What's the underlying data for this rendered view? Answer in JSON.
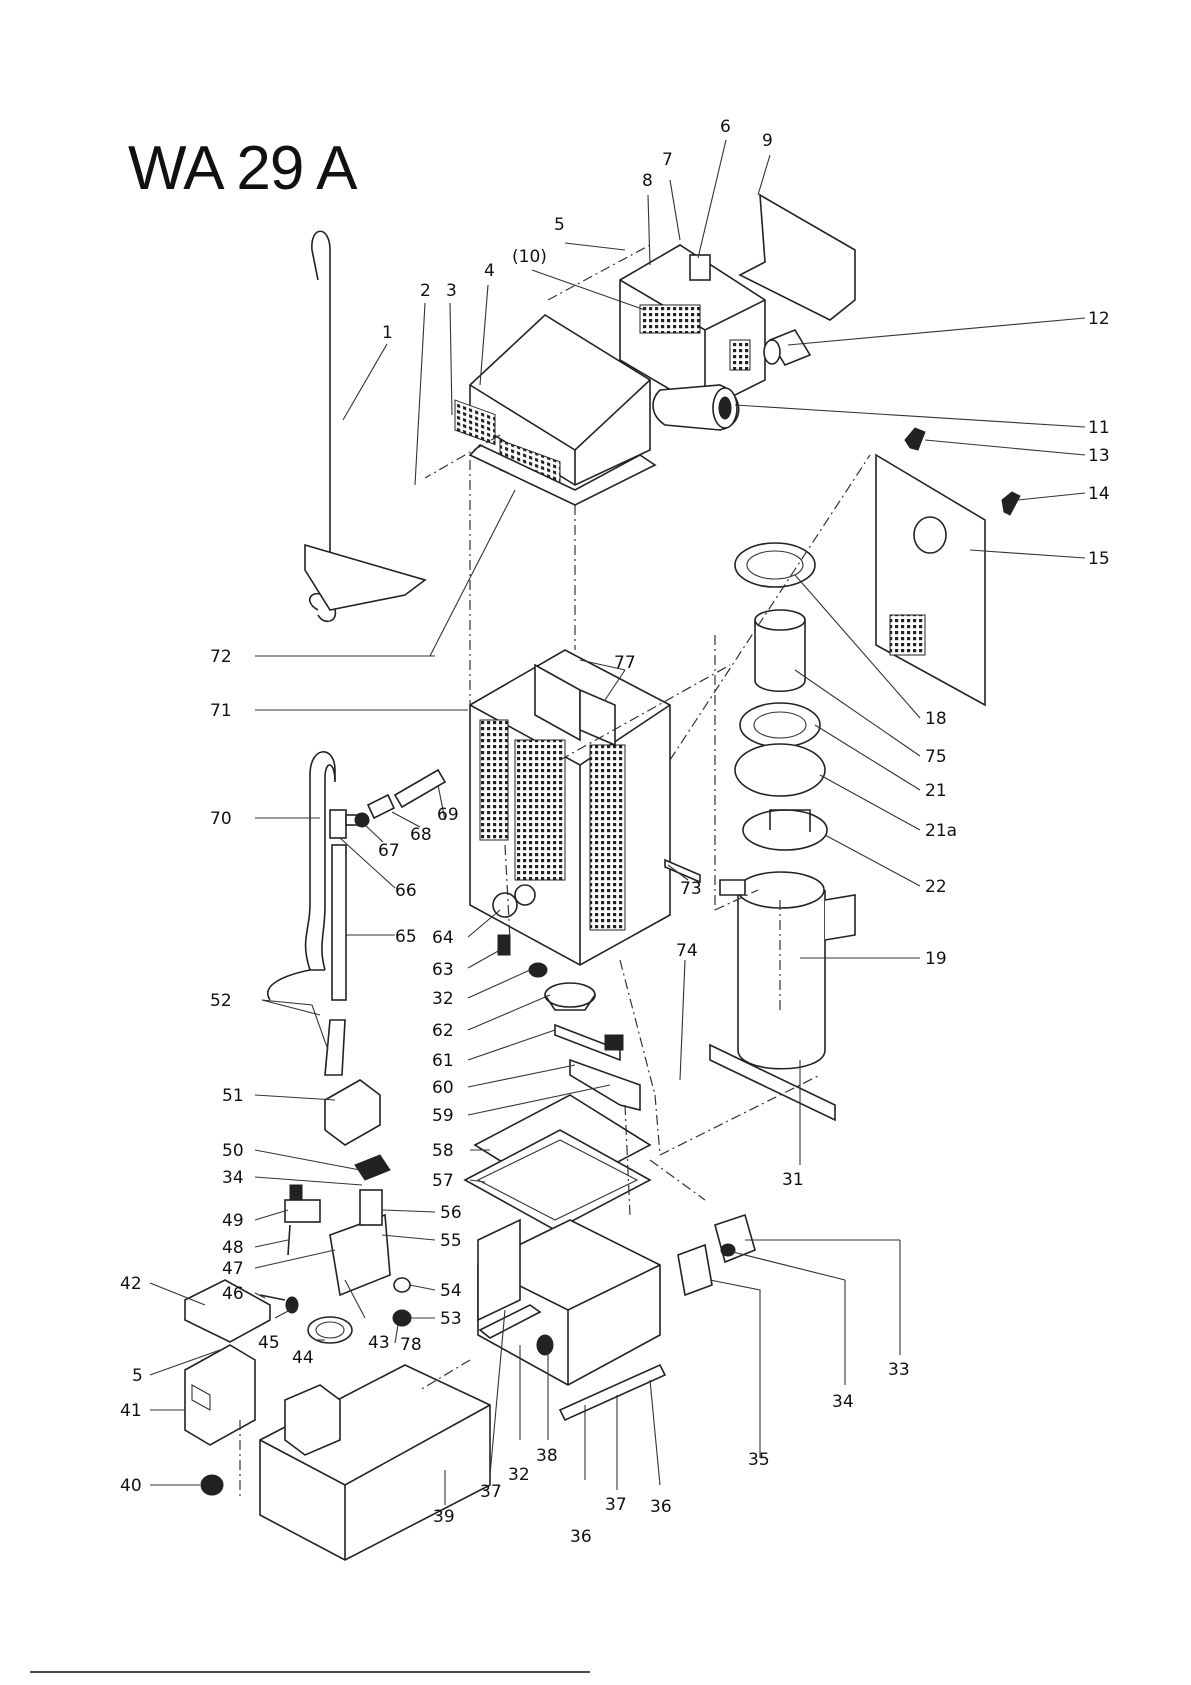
{
  "title": "WA 29 A",
  "callouts": [
    {
      "id": "c1",
      "text": "1"
    },
    {
      "id": "c2",
      "text": "2"
    },
    {
      "id": "c3",
      "text": "3"
    },
    {
      "id": "c4",
      "text": "4"
    },
    {
      "id": "c5a",
      "text": "5"
    },
    {
      "id": "c10",
      "text": "(10)"
    },
    {
      "id": "c8",
      "text": "8"
    },
    {
      "id": "c7",
      "text": "7"
    },
    {
      "id": "c6",
      "text": "6"
    },
    {
      "id": "c9",
      "text": "9"
    },
    {
      "id": "c12",
      "text": "12"
    },
    {
      "id": "c11",
      "text": "11"
    },
    {
      "id": "c13",
      "text": "13"
    },
    {
      "id": "c14",
      "text": "14"
    },
    {
      "id": "c15",
      "text": "15"
    },
    {
      "id": "c18",
      "text": "18"
    },
    {
      "id": "c75",
      "text": "75"
    },
    {
      "id": "c21",
      "text": "21"
    },
    {
      "id": "c21a",
      "text": "21a"
    },
    {
      "id": "c22",
      "text": "22"
    },
    {
      "id": "c19",
      "text": "19"
    },
    {
      "id": "c72",
      "text": "72"
    },
    {
      "id": "c71",
      "text": "71"
    },
    {
      "id": "c77",
      "text": "77"
    },
    {
      "id": "c70",
      "text": "70"
    },
    {
      "id": "c69",
      "text": "69"
    },
    {
      "id": "c68",
      "text": "68"
    },
    {
      "id": "c67",
      "text": "67"
    },
    {
      "id": "c66",
      "text": "66"
    },
    {
      "id": "c73",
      "text": "73"
    },
    {
      "id": "c64",
      "text": "64"
    },
    {
      "id": "c65",
      "text": "65"
    },
    {
      "id": "c63",
      "text": "63"
    },
    {
      "id": "c32a",
      "text": "32"
    },
    {
      "id": "c74",
      "text": "74"
    },
    {
      "id": "c62",
      "text": "62"
    },
    {
      "id": "c52",
      "text": "52"
    },
    {
      "id": "c61",
      "text": "61"
    },
    {
      "id": "c60",
      "text": "60"
    },
    {
      "id": "c59",
      "text": "59"
    },
    {
      "id": "c51",
      "text": "51"
    },
    {
      "id": "c58",
      "text": "58"
    },
    {
      "id": "c50",
      "text": "50"
    },
    {
      "id": "c34a",
      "text": "34"
    },
    {
      "id": "c57",
      "text": "57"
    },
    {
      "id": "c31",
      "text": "31"
    },
    {
      "id": "c49",
      "text": "49"
    },
    {
      "id": "c56",
      "text": "56"
    },
    {
      "id": "c48",
      "text": "48"
    },
    {
      "id": "c55",
      "text": "55"
    },
    {
      "id": "c47",
      "text": "47"
    },
    {
      "id": "c42",
      "text": "42"
    },
    {
      "id": "c46",
      "text": "46"
    },
    {
      "id": "c54",
      "text": "54"
    },
    {
      "id": "c53",
      "text": "53"
    },
    {
      "id": "c45",
      "text": "45"
    },
    {
      "id": "c43",
      "text": "43"
    },
    {
      "id": "c78",
      "text": "78"
    },
    {
      "id": "c44",
      "text": "44"
    },
    {
      "id": "c5b",
      "text": "5"
    },
    {
      "id": "c41",
      "text": "41"
    },
    {
      "id": "c33",
      "text": "33"
    },
    {
      "id": "c34b",
      "text": "34"
    },
    {
      "id": "c35",
      "text": "35"
    },
    {
      "id": "c40",
      "text": "40"
    },
    {
      "id": "c32b",
      "text": "32"
    },
    {
      "id": "c38",
      "text": "38"
    },
    {
      "id": "c37a",
      "text": "37"
    },
    {
      "id": "c36a",
      "text": "36"
    },
    {
      "id": "c37b",
      "text": "37"
    },
    {
      "id": "c36b",
      "text": "36"
    },
    {
      "id": "c39",
      "text": "39"
    }
  ]
}
